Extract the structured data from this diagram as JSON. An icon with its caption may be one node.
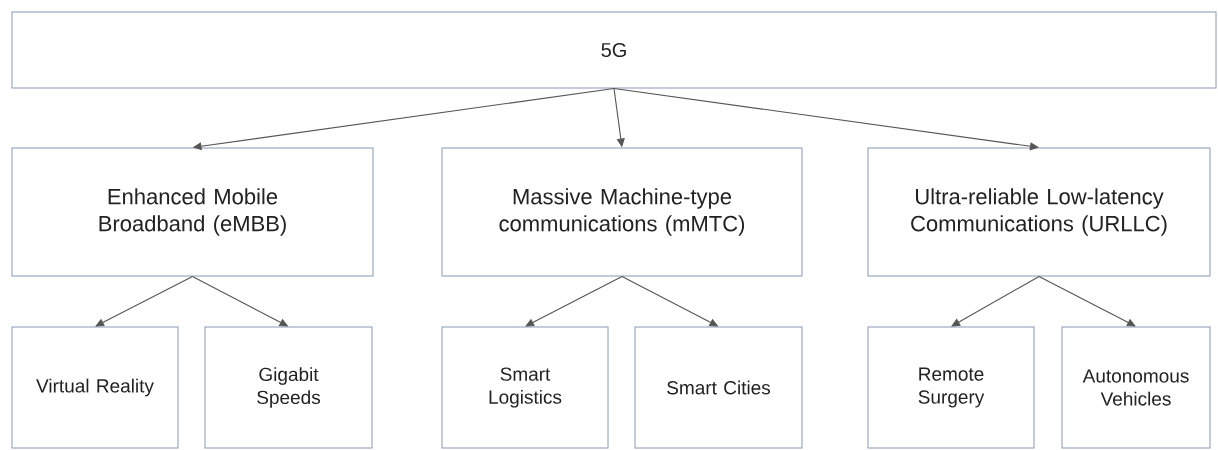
{
  "diagram": {
    "nodes": [
      {
        "text": [
          "5G"
        ]
      },
      {
        "text": [
          "Enhanced Mobile Broadband (eMBB)"
        ]
      },
      {
        "text": [
          "Massive Machine-type communications (mMTC)"
        ]
      },
      {
        "text": [
          "Ultra-reliable Low-latency Communications (URLLC)"
        ]
      },
      {
        "text": [
          "Virtual Reality"
        ]
      },
      {
        "text": [
          "Gigabit Speeds"
        ]
      },
      {
        "text": [
          "Smart Logistics"
        ]
      },
      {
        "text": [
          "Smart Cities"
        ]
      },
      {
        "text": [
          "Remote Surgery"
        ]
      },
      {
        "text": [
          "Autonomous Vehicles"
        ]
      }
    ],
    "edges": [
      {
        "from": 0,
        "to": 1,
        "arrow": "to"
      },
      {
        "from": 0,
        "to": 2,
        "arrow": "to"
      },
      {
        "from": 0,
        "to": 3,
        "arrow": "to"
      },
      {
        "from": 1,
        "to": 4,
        "arrow": "to"
      },
      {
        "from": 1,
        "to": 5,
        "arrow": "to"
      },
      {
        "from": 2,
        "to": 6,
        "arrow": "to"
      },
      {
        "from": 2,
        "to": 7,
        "arrow": "to"
      },
      {
        "from": 3,
        "to": 8,
        "arrow": "to"
      },
      {
        "from": 3,
        "to": 9,
        "arrow": "to"
      }
    ]
  }
}
